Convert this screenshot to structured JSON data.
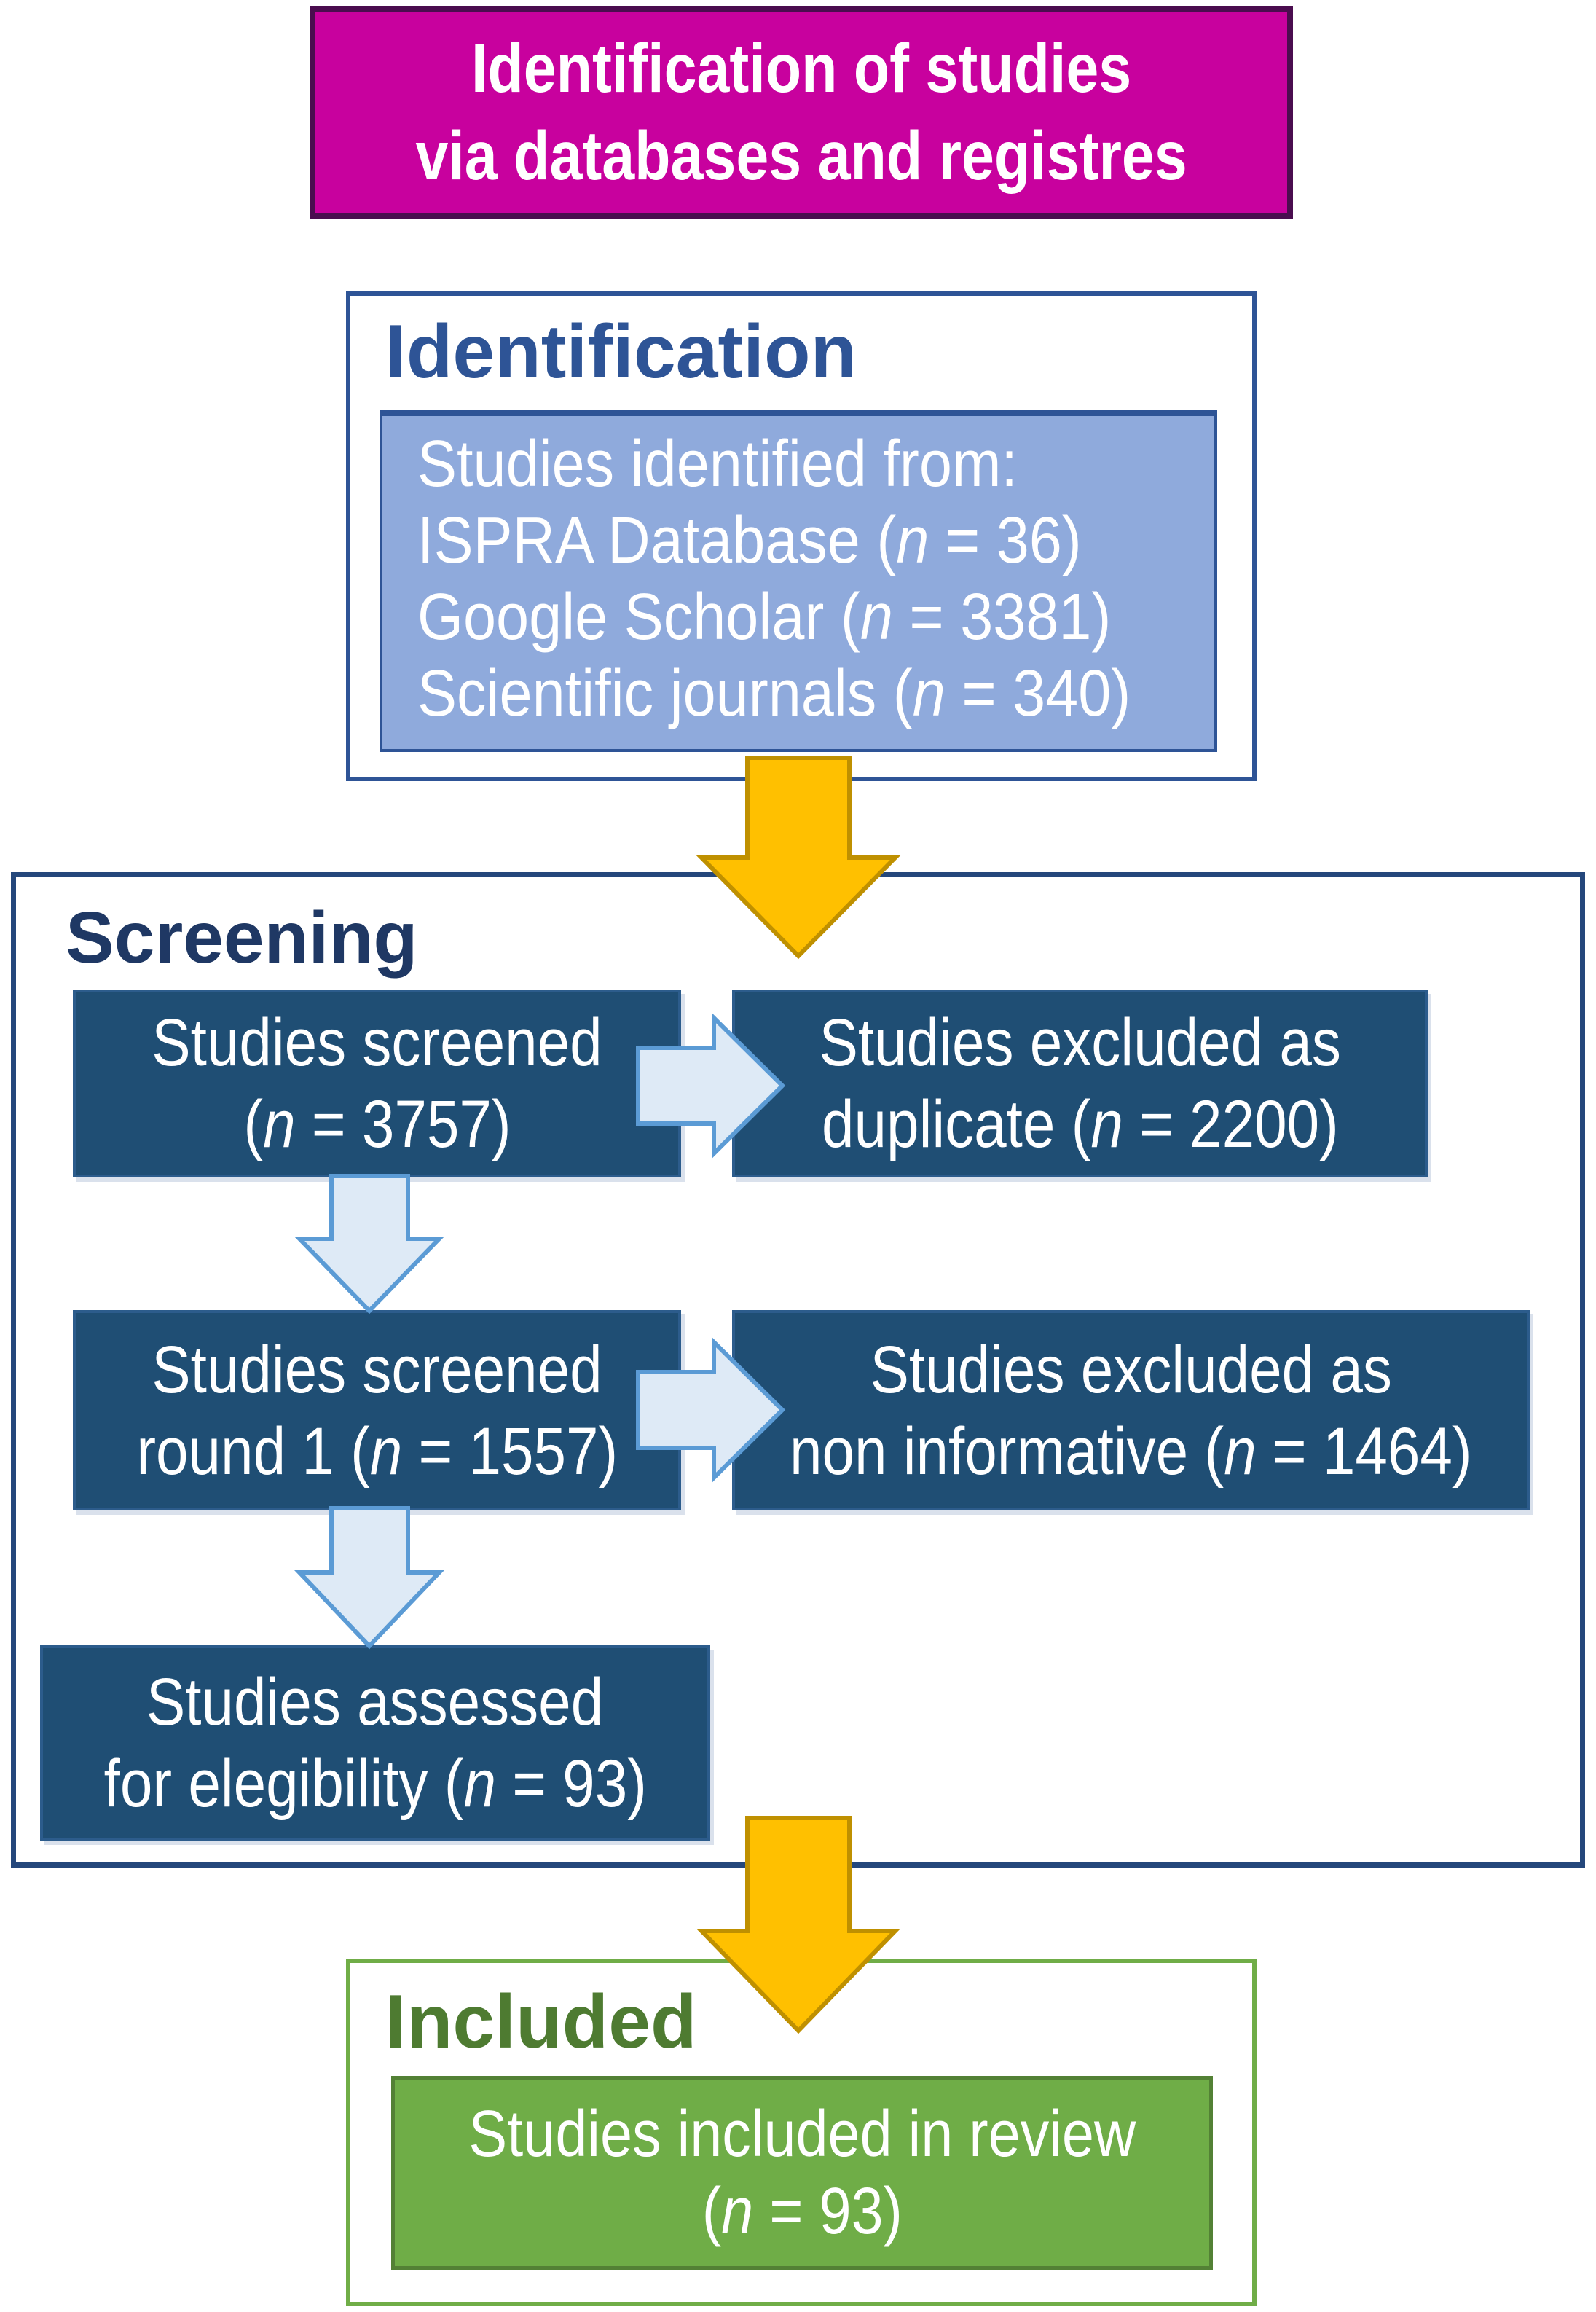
{
  "banner": {
    "line1": "Identification of studies",
    "line2": "via databases and registres"
  },
  "identification": {
    "heading": "Identification",
    "box_lines": [
      "Studies identified from:",
      "ISPRA Database (n = 36)",
      "Google Scholar (n = 3381)",
      "Scientific journals  (n = 340)"
    ]
  },
  "screening": {
    "heading": "Screening",
    "screened": {
      "line1": "Studies screened",
      "line2": "(n = 3757)"
    },
    "excluded_duplicate": {
      "line1": "Studies excluded as",
      "line2": "duplicate (n = 2200)"
    },
    "screened_round1": {
      "line1": "Studies screened",
      "line2": "round 1 (n = 1557)"
    },
    "excluded_non_informative": {
      "line1": "Studies excluded as",
      "line2": "non informative (n = 1464)"
    },
    "assessed": {
      "line1": "Studies assessed",
      "line2": "for elegibility (n = 93)"
    }
  },
  "included": {
    "heading": "Included",
    "box": {
      "line1": "Studies included in review",
      "line2": "(n = 93)"
    }
  },
  "colors": {
    "magenta": "#C8019E",
    "magenta-border": "#4A0D4F",
    "blue-border": "#2E5496",
    "blue-heading": "#2E5496",
    "periwinkle": "#8FAADC",
    "navy-heading": "#1F3864",
    "screen-border": "#24477B",
    "darkbox": "#1F4E74",
    "darkbox-border": "#2C5C8C",
    "lightarrow-fill": "#DEEAF6",
    "lightarrow-stroke": "#5B9BD5",
    "orange-fill": "#FFC000",
    "orange-stroke": "#BF9000",
    "green-border": "#70AD47",
    "green-heading": "#4E7B31",
    "greenbox": "#6FAD47",
    "greenbox-border": "#538135"
  }
}
